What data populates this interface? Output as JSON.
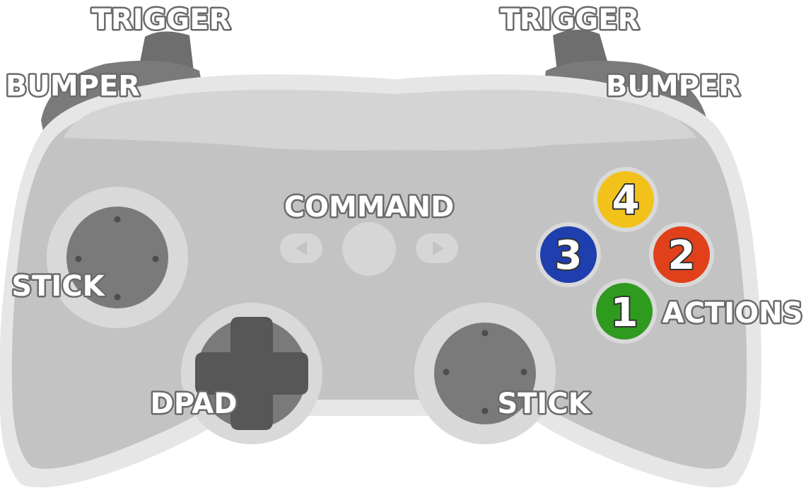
{
  "labels": {
    "trigger_left": "TRIGGER",
    "trigger_right": "TRIGGER",
    "bumper_left": "BUMPER",
    "bumper_right": "BUMPER",
    "command": "COMMAND",
    "stick_left": "STICK",
    "stick_right": "STICK",
    "dpad": "DPAD",
    "actions": "ACTIONS"
  },
  "action_buttons": {
    "b1": {
      "label": "1",
      "color": "#2e9a1e"
    },
    "b2": {
      "label": "2",
      "color": "#e0401a"
    },
    "b3": {
      "label": "3",
      "color": "#1f3fae"
    },
    "b4": {
      "label": "4",
      "color": "#f2c21b"
    }
  },
  "colors": {
    "body_outline": "#e6e6e6",
    "body": "#c3c3c3",
    "top_ridge": "#d4d4d4",
    "shoulder": "#7a7a7a",
    "stick_ring": "#d9d9d9",
    "stick_cap": "#7a7a7a",
    "dpad": "#575757",
    "command": "#d6d6d6"
  },
  "icons": [
    "arrow-left-icon",
    "arrow-right-icon"
  ]
}
